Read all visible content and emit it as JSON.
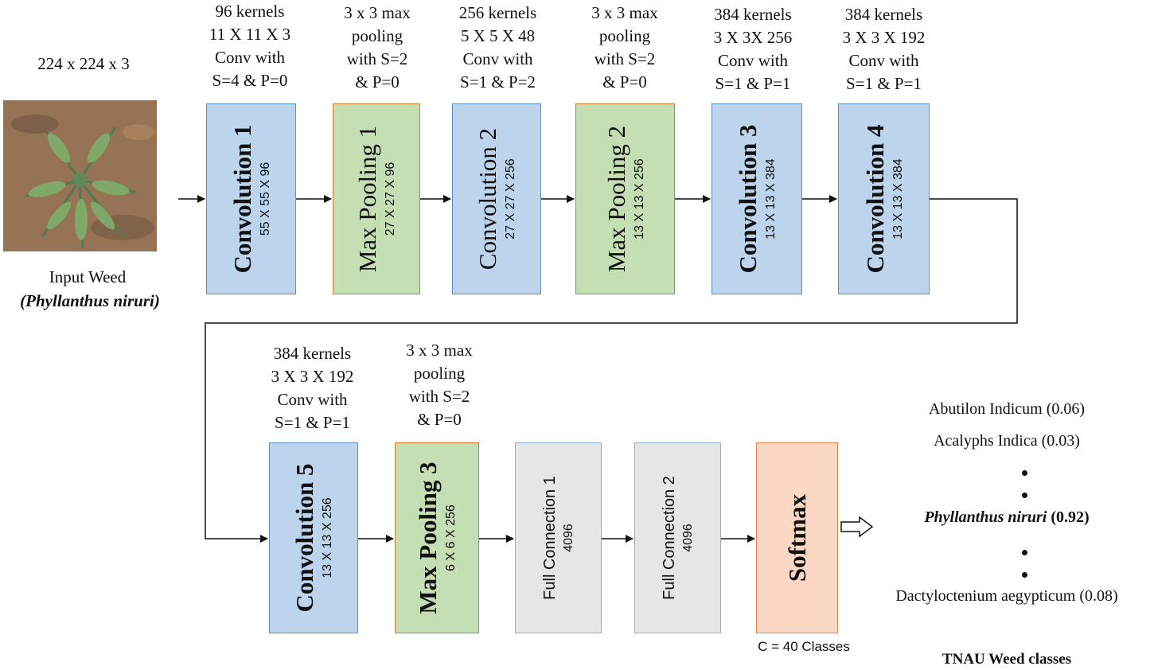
{
  "input": {
    "size_label": "224 x 224 x 3",
    "name_label": "Input Weed",
    "species_label": "(Phyllanthus niruri)"
  },
  "layers": {
    "conv1": {
      "name": "Convolution 1",
      "dims": "55 X 55 X 96",
      "caption": [
        "96 kernels",
        "11 X 11 X 3",
        "Conv with",
        "S=4 & P=0"
      ]
    },
    "pool1": {
      "name": "Max Pooling 1",
      "dims": "27 X 27 X 96",
      "caption": [
        "3 x 3 max",
        "pooling",
        "with S=2",
        "& P=0"
      ]
    },
    "conv2": {
      "name": "Convolution 2",
      "dims": "27 X 27 X 256",
      "caption": [
        "256 kernels",
        "5 X 5  X 48",
        "Conv with",
        "S=1 & P=2"
      ]
    },
    "pool2": {
      "name": "Max Pooling 2",
      "dims": "13 X 13 X 256",
      "caption": [
        "3 x 3 max",
        "pooling",
        "with S=2",
        "& P=0"
      ]
    },
    "conv3": {
      "name": "Convolution 3",
      "dims": "13 X 13 X 384",
      "caption": [
        "384 kernels",
        "3 X 3X 256",
        "Conv with",
        "S=1 & P=1"
      ]
    },
    "conv4": {
      "name": "Convolution 4",
      "dims": "13 X 13 X 384",
      "caption": [
        "384 kernels",
        "3 X 3 X 192",
        "Conv with",
        "S=1 & P=1"
      ]
    },
    "conv5": {
      "name": "Convolution 5",
      "dims": "13 X 13 X 256",
      "caption": [
        "384 kernels",
        "3 X 3 X 192",
        "Conv with",
        "S=1 & P=1"
      ]
    },
    "pool3": {
      "name": "Max Pooling 3",
      "dims": "6 X 6 X 256",
      "caption": [
        "3 x 3 max",
        "pooling",
        "with S=2",
        "& P=0"
      ]
    },
    "fc1": {
      "name": "Full Connection 1",
      "dims": "4096"
    },
    "fc2": {
      "name": "Full Connection 2",
      "dims": "4096"
    },
    "softmax": {
      "name": "Softmax",
      "classes_label": "C = 40 Classes"
    }
  },
  "output": {
    "classes": [
      {
        "name": "Abutilon Indicum",
        "prob": "(0.06)"
      },
      {
        "name": "Acalyphs Indica",
        "prob": "(0.03)"
      },
      {
        "name": "Phyllanthus niruri",
        "prob": "(0.92)"
      },
      {
        "name": "Dactyloctenium aegypticum",
        "prob": "(0.08)"
      }
    ],
    "footer": "TNAU Weed classes"
  },
  "colors": {
    "conv_fill": "#bcd4ec",
    "conv_border": "#5b8fc9",
    "pool_fill": "#c5dfb5",
    "pool_border": "#e0782c",
    "fc_fill": "#e6e6e6",
    "softmax_fill": "#fbd8c4",
    "softmax_border": "#ef7e45"
  }
}
